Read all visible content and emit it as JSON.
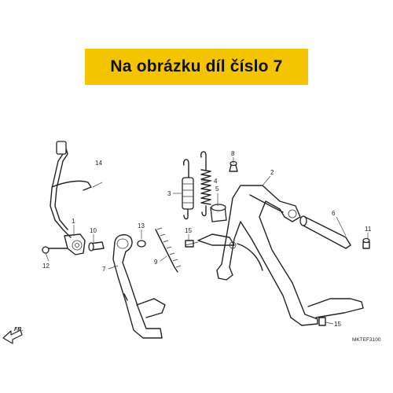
{
  "banner": {
    "text": "Na obrázku díl číslo 7"
  },
  "diagram_code": "MKTEF3100",
  "direction_label": "FR.",
  "callouts": [
    {
      "id": "c1",
      "label": "1"
    },
    {
      "id": "c2",
      "label": "2"
    },
    {
      "id": "c3",
      "label": "3"
    },
    {
      "id": "c4",
      "label": "4"
    },
    {
      "id": "c5",
      "label": "5"
    },
    {
      "id": "c6",
      "label": "6"
    },
    {
      "id": "c7",
      "label": "7"
    },
    {
      "id": "c8",
      "label": "8"
    },
    {
      "id": "c9",
      "label": "9"
    },
    {
      "id": "c10",
      "label": "10"
    },
    {
      "id": "c11",
      "label": "11"
    },
    {
      "id": "c12",
      "label": "12"
    },
    {
      "id": "c13",
      "label": "13"
    },
    {
      "id": "c14",
      "label": "14"
    },
    {
      "id": "c15a",
      "label": "15"
    },
    {
      "id": "c15b",
      "label": "15"
    }
  ],
  "colors": {
    "banner": "#f5c400",
    "lines": "#222222"
  }
}
